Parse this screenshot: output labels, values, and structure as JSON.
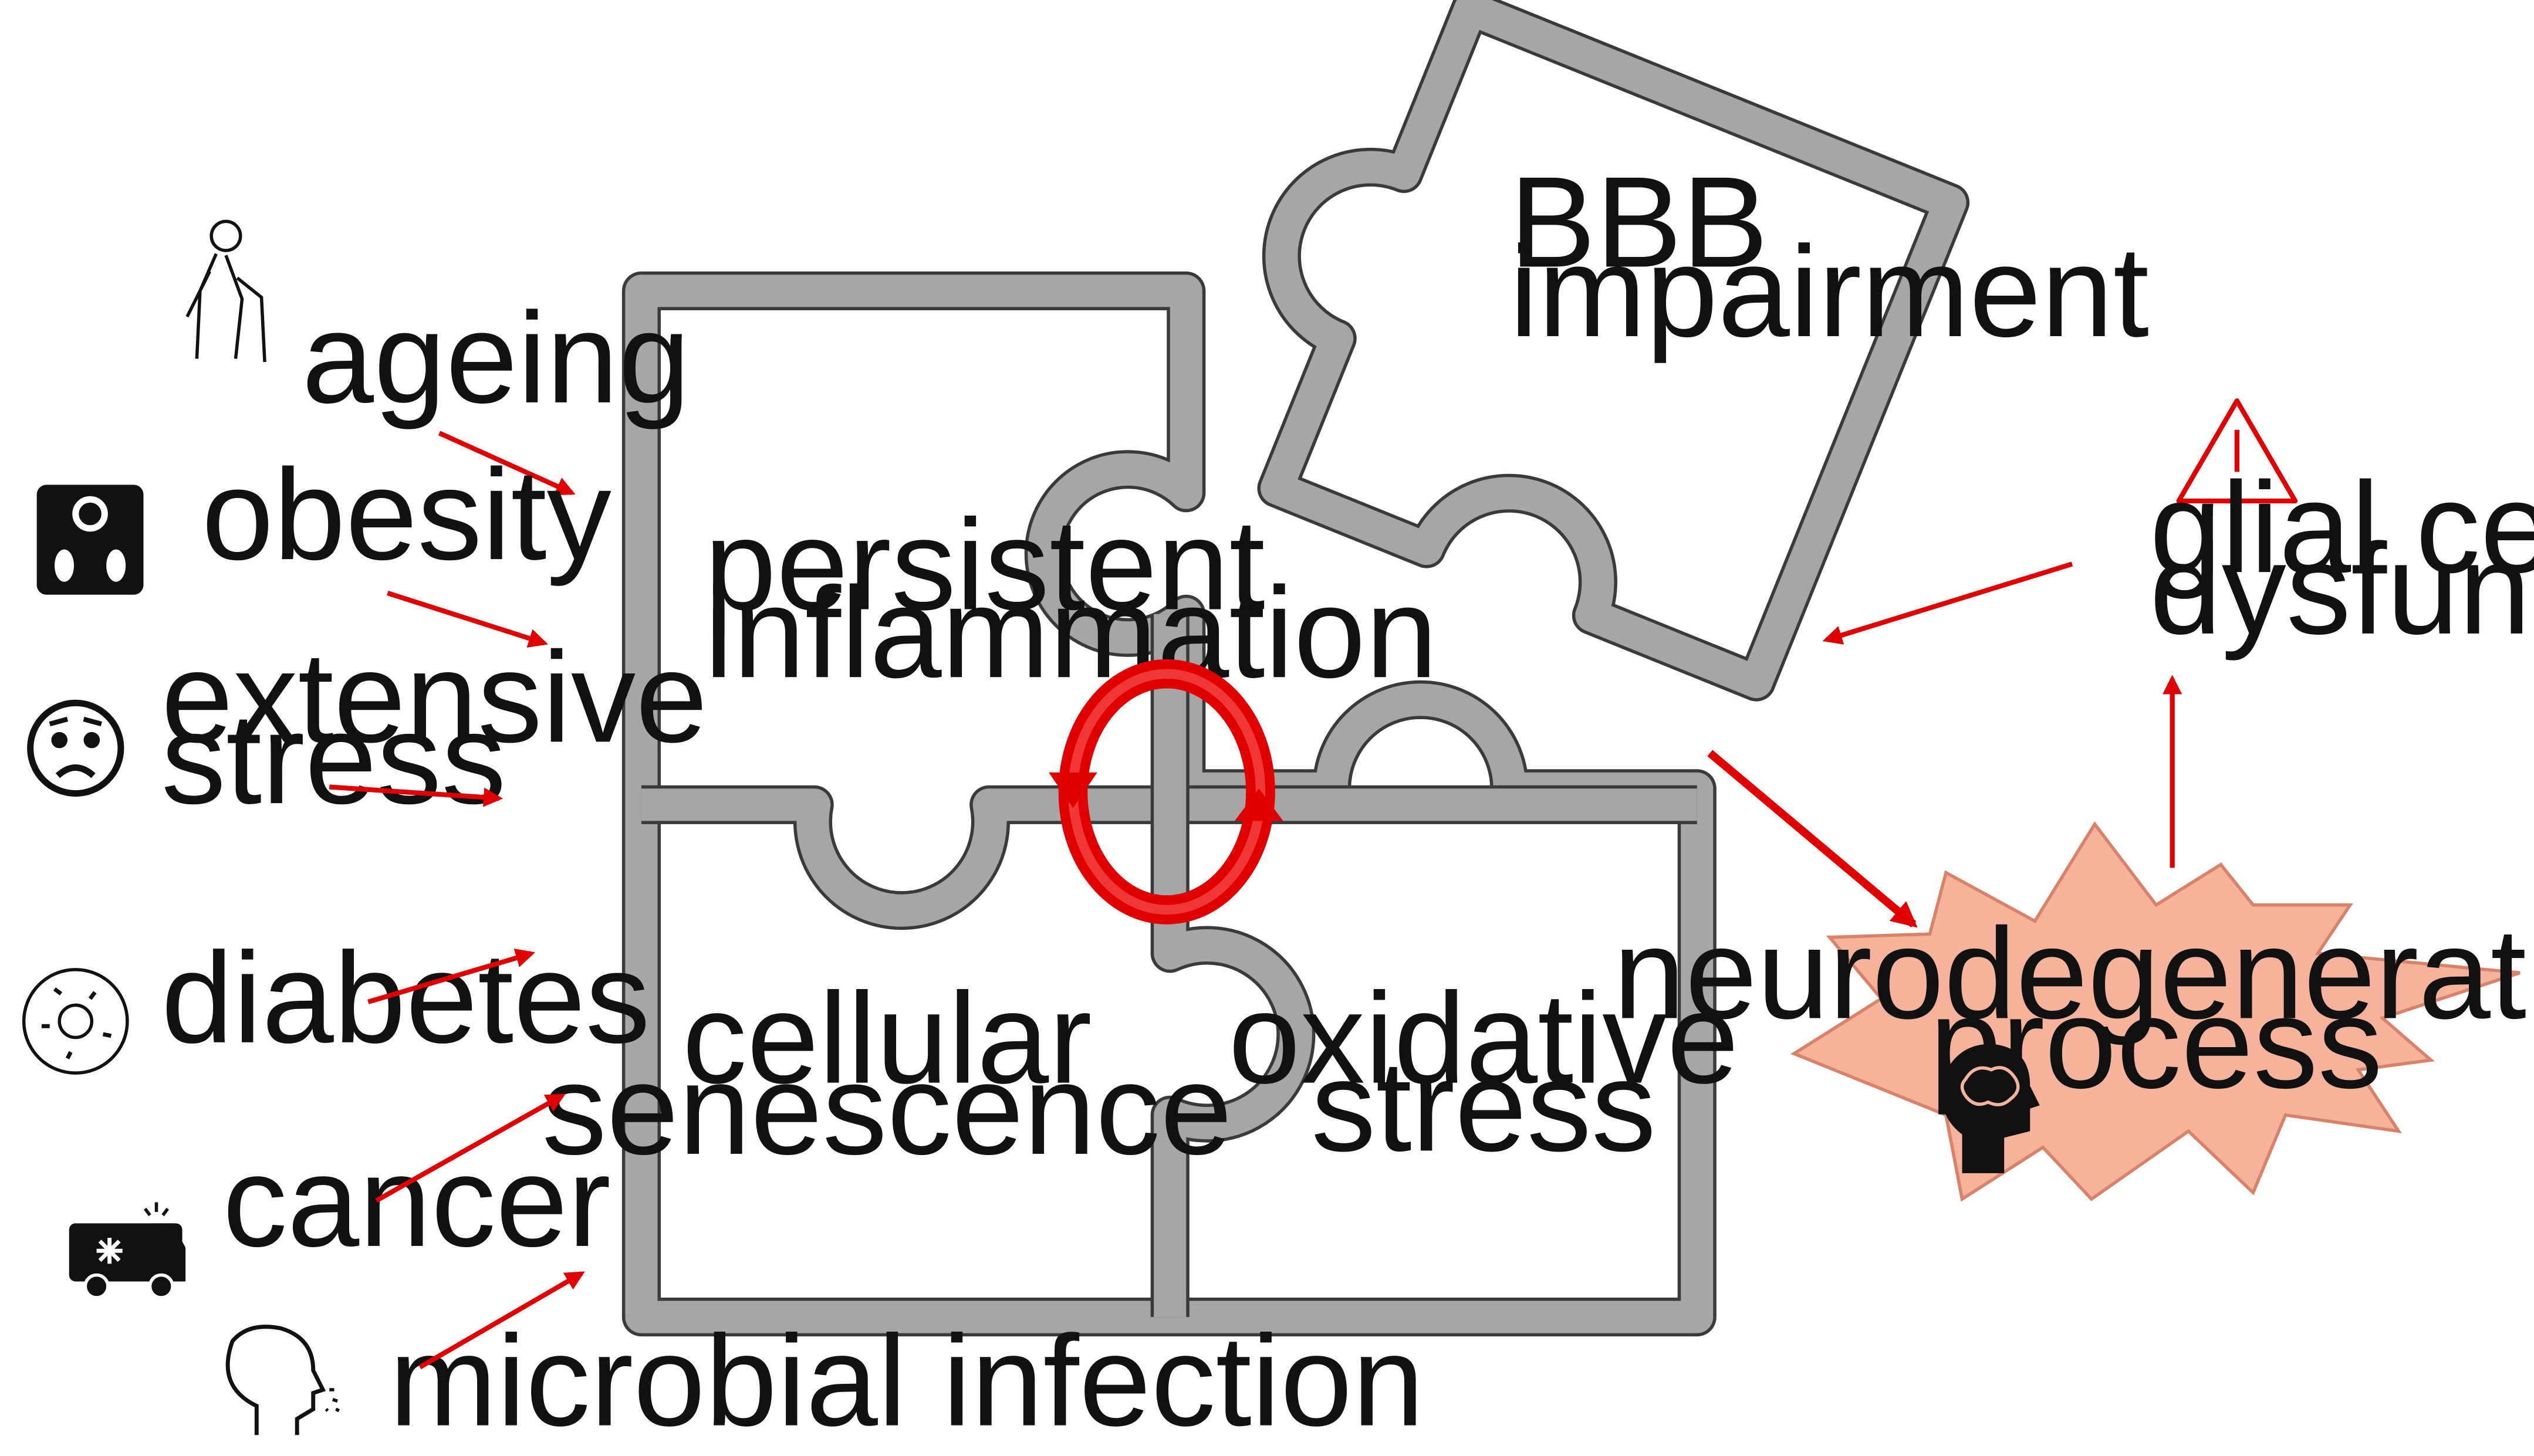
{
  "colors": {
    "puzzle_outline": "#a6a6a6",
    "puzzle_stroke": "#3a3a3a",
    "arrow": "#e00000",
    "burst_fill": "#f4b39a",
    "burst_stroke": "#d8826a",
    "icon": "#111111"
  },
  "risk_factors": [
    {
      "label": "ageing",
      "icon": "elderly-person-icon"
    },
    {
      "label": "obesity",
      "icon": "weighing-scale-icon"
    },
    {
      "label": "extensive",
      "label2": "stress",
      "icon": "worried-face-icon"
    },
    {
      "label": "diabetes",
      "icon": "donut-icon"
    },
    {
      "label": "cancer",
      "icon": "ambulance-icon"
    },
    {
      "label": "microbial infection",
      "icon": "sneezing-head-icon"
    }
  ],
  "puzzle": {
    "top_left": [
      "persistent",
      "inflammation"
    ],
    "bottom_left": [
      "cellular",
      "senescence"
    ],
    "bottom_right": [
      "oxidative",
      "stress"
    ],
    "detached": [
      "BBB",
      "impairment"
    ]
  },
  "outcome": {
    "label": [
      "neurodegeneration",
      "process"
    ],
    "icon": "brain-head-icon"
  },
  "feedback": {
    "label": [
      "glial cells’",
      "dysfunction"
    ],
    "icon": "warning-triangle-icon"
  }
}
